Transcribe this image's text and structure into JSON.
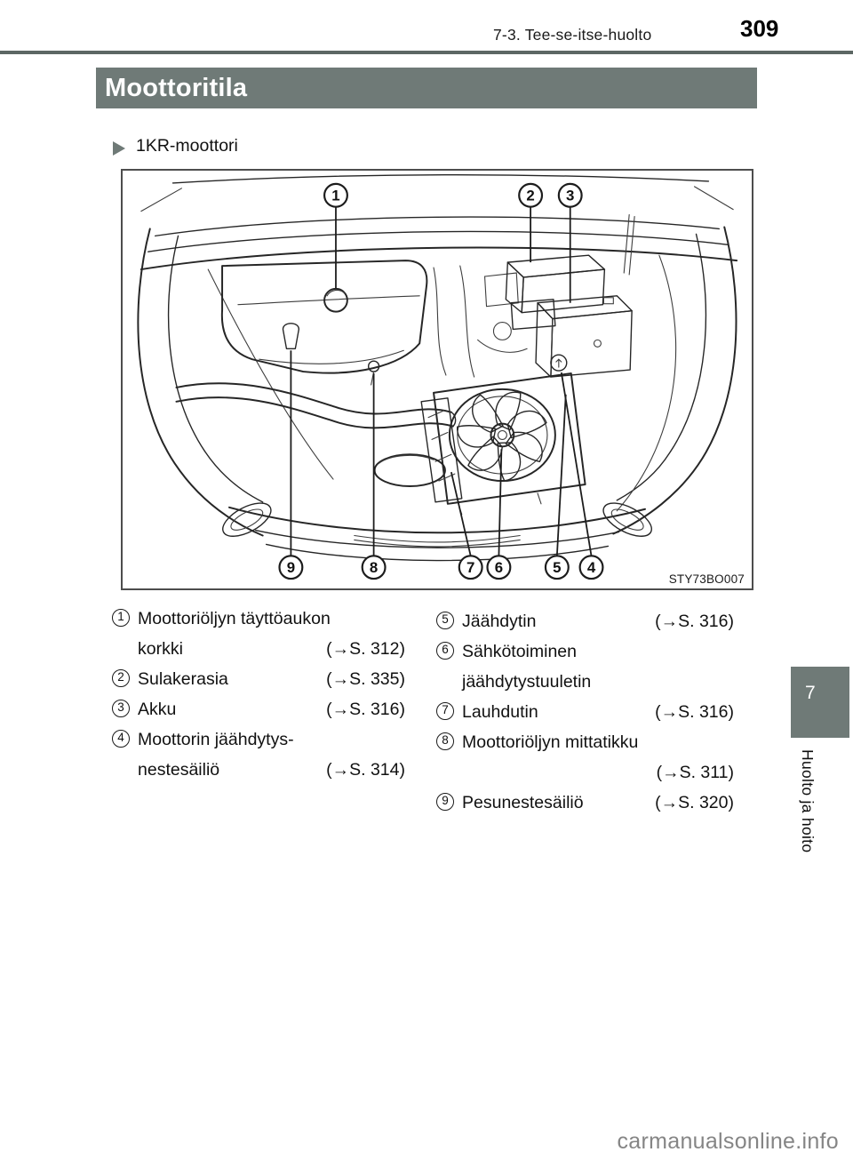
{
  "header": {
    "section": "7-3. Tee-se-itse-huolto",
    "page_number": "309"
  },
  "title_bar": {
    "text": "Moottoritila"
  },
  "engine": {
    "bullet_label": "1KR-moottori"
  },
  "figure": {
    "code": "STY73BO007",
    "callouts_top": [
      "1",
      "2",
      "3"
    ],
    "callouts_bottom": [
      "9",
      "8",
      "7",
      "6",
      "5",
      "4"
    ]
  },
  "legend": {
    "left": [
      {
        "num": "1",
        "line1": "Moottoriöljyn täyttöaukon",
        "line2": "korkki",
        "ref": "(→S. 312)"
      },
      {
        "num": "2",
        "line1": "Sulakerasia",
        "ref": "(→S. 335)"
      },
      {
        "num": "3",
        "line1": "Akku",
        "ref": "(→S. 316)"
      },
      {
        "num": "4",
        "line1": "Moottorin jäähdytys-",
        "line2": "nestesäiliö",
        "ref": "(→S. 314)"
      }
    ],
    "right": [
      {
        "num": "5",
        "line1": "Jäähdytin",
        "ref": "(→S. 316)"
      },
      {
        "num": "6",
        "line1": "Sähkötoiminen",
        "line2": "jäähdytystuuletin"
      },
      {
        "num": "7",
        "line1": "Lauhdutin",
        "ref": "(→S. 316)"
      },
      {
        "num": "8",
        "line1": "Moottoriöljyn mittatikku",
        "line2": "",
        "ref": "(→S. 311)"
      },
      {
        "num": "9",
        "line1": "Pesunestesäiliö",
        "ref": "(→S. 320)"
      }
    ]
  },
  "sidebar": {
    "tab": "7",
    "title": "Huolto ja hoito"
  },
  "watermark": {
    "text": "carmanualsonline.info"
  },
  "colors": {
    "accent": "#6F7A77",
    "top_rule": "#5C6764",
    "watermark_gray": "#858585",
    "drawing_fill_light": "#DFE3E1"
  }
}
